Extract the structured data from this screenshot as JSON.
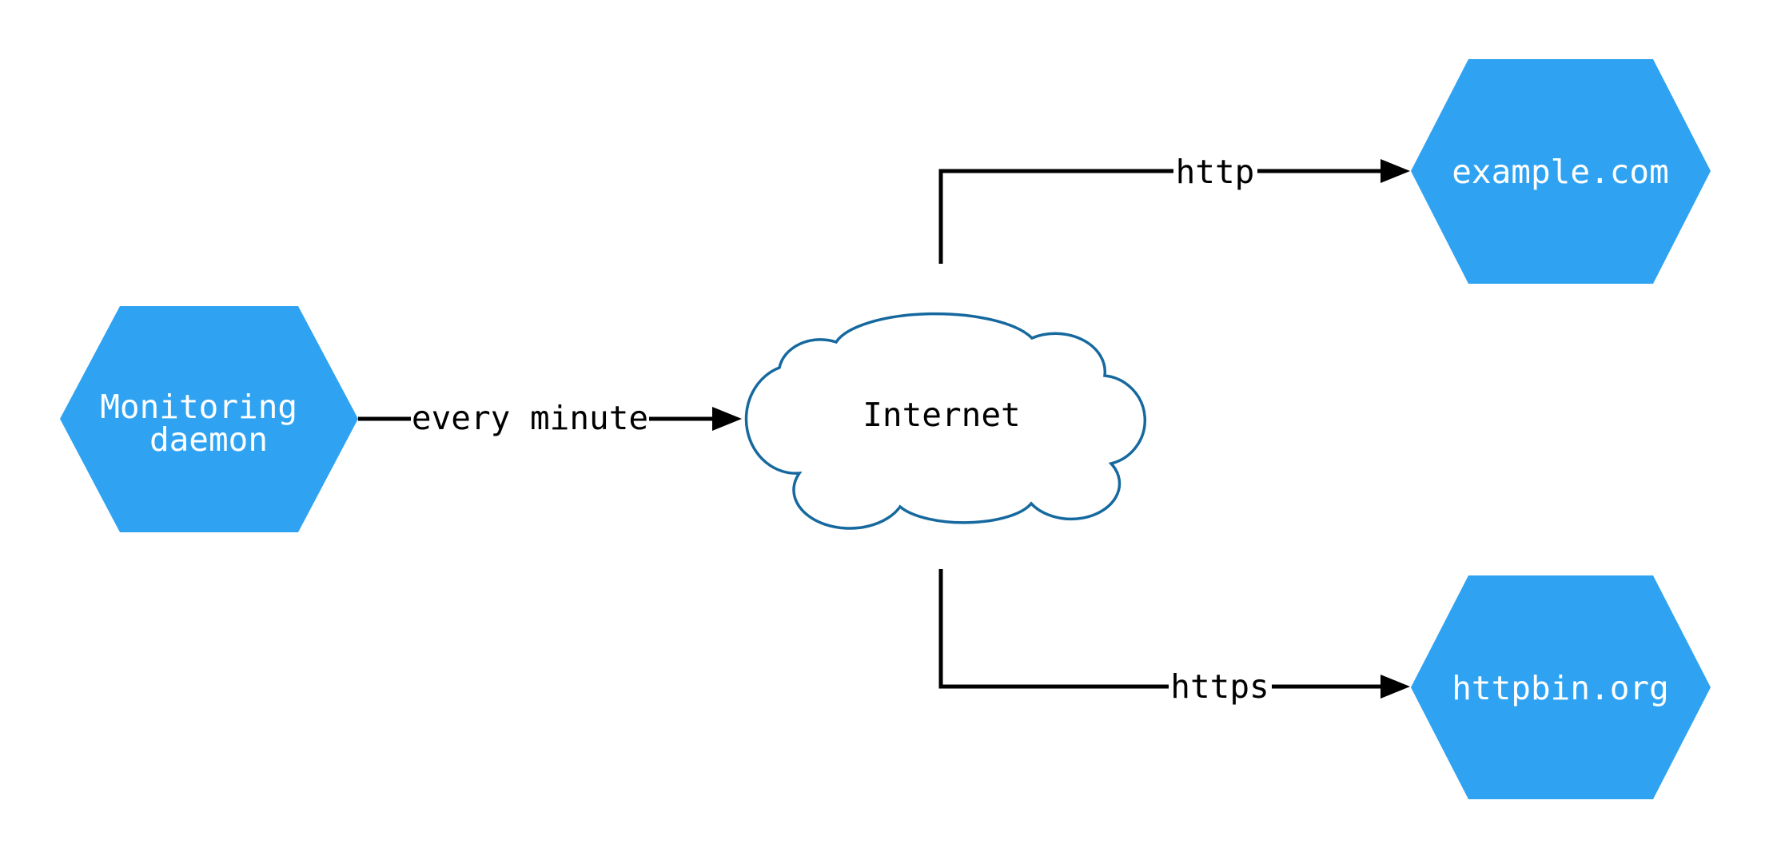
{
  "diagram": {
    "colors": {
      "node_fill": "#2fa3f2",
      "node_text": "#ffffff",
      "cloud_fill": "#ffffff",
      "cloud_stroke": "#16699e",
      "edge": "#000000",
      "edge_label_text": "#000000",
      "background": "#ffffff"
    },
    "nodes": {
      "monitoring_daemon": {
        "shape": "hexagon",
        "label_lines": [
          "Monitoring",
          "daemon"
        ]
      },
      "internet": {
        "shape": "cloud",
        "label": "Internet"
      },
      "example_com": {
        "shape": "hexagon",
        "label": "example.com"
      },
      "httpbin_org": {
        "shape": "hexagon",
        "label": "httpbin.org"
      }
    },
    "edges": [
      {
        "from": "monitoring_daemon",
        "to": "internet",
        "label": "every minute",
        "arrow": "right"
      },
      {
        "from": "internet",
        "to": "example_com",
        "label": "http",
        "arrow": "right"
      },
      {
        "from": "internet",
        "to": "httpbin_org",
        "label": "https",
        "arrow": "right"
      }
    ]
  }
}
